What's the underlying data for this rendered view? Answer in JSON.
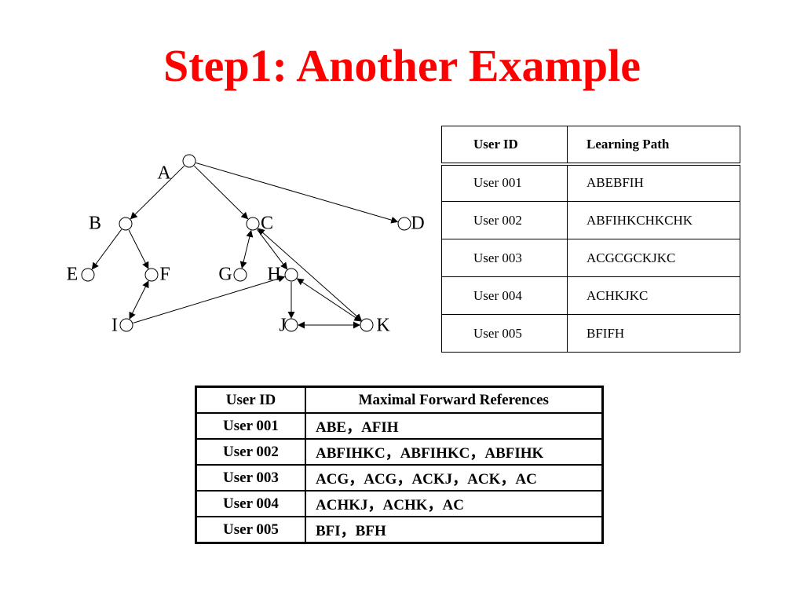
{
  "title": "Step1: Another Example",
  "colors": {
    "title": "#ff0000",
    "ink": "#000000"
  },
  "graph": {
    "nodes": [
      {
        "id": "A",
        "label": "A"
      },
      {
        "id": "B",
        "label": "B"
      },
      {
        "id": "C",
        "label": "C"
      },
      {
        "id": "D",
        "label": "D"
      },
      {
        "id": "E",
        "label": "E"
      },
      {
        "id": "F",
        "label": "F"
      },
      {
        "id": "G",
        "label": "G"
      },
      {
        "id": "H",
        "label": "H"
      },
      {
        "id": "I",
        "label": "I"
      },
      {
        "id": "J",
        "label": "J"
      },
      {
        "id": "K",
        "label": "K"
      }
    ],
    "edges": [
      {
        "from": "A",
        "to": "B",
        "dir": "forward"
      },
      {
        "from": "A",
        "to": "C",
        "dir": "forward"
      },
      {
        "from": "A",
        "to": "D",
        "dir": "forward"
      },
      {
        "from": "B",
        "to": "E",
        "dir": "forward"
      },
      {
        "from": "B",
        "to": "F",
        "dir": "forward"
      },
      {
        "from": "C",
        "to": "G",
        "dir": "both"
      },
      {
        "from": "C",
        "to": "H",
        "dir": "forward"
      },
      {
        "from": "C",
        "to": "K",
        "dir": "both"
      },
      {
        "from": "F",
        "to": "I",
        "dir": "both"
      },
      {
        "from": "I",
        "to": "H",
        "dir": "forward"
      },
      {
        "from": "H",
        "to": "J",
        "dir": "forward"
      },
      {
        "from": "H",
        "to": "K",
        "dir": "both"
      },
      {
        "from": "J",
        "to": "K",
        "dir": "both"
      }
    ]
  },
  "paths_table": {
    "headers": [
      "User ID",
      "Learning Path"
    ],
    "rows": [
      [
        "User 001",
        "ABEBFIH"
      ],
      [
        "User 002",
        "ABFIHKCHKCHK"
      ],
      [
        "User 003",
        "ACGCGCKJKC"
      ],
      [
        "User 004",
        "ACHKJKC"
      ],
      [
        "User 005",
        "BFIFH"
      ]
    ]
  },
  "mfr_table": {
    "headers": [
      "User ID",
      "Maximal Forward References"
    ],
    "rows": [
      [
        "User 001",
        "ABE，AFIH"
      ],
      [
        "User 002",
        "ABFIHKC，ABFIHKC，ABFIHK"
      ],
      [
        "User 003",
        "ACG，ACG，ACKJ，ACK，AC"
      ],
      [
        "User 004",
        "ACHKJ，ACHK，AC"
      ],
      [
        "User 005",
        "BFI，BFH"
      ]
    ]
  }
}
